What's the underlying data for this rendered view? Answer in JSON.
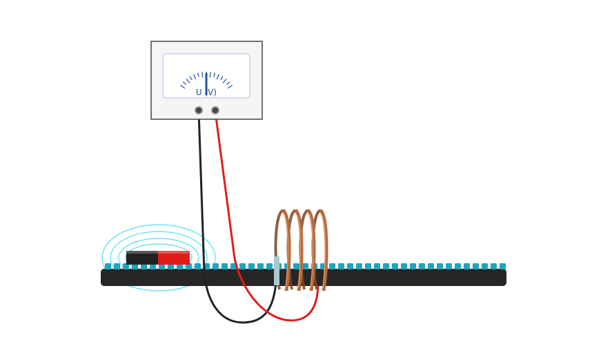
{
  "voltmeter": {
    "unit_label": "U (V)",
    "needle_reading": 0.5,
    "scale_color": "#2c5aa8",
    "terminal_left_color": "#222222",
    "terminal_right_color": "#e01b1b"
  },
  "wires": {
    "left_color": "#222222",
    "right_color": "#e21b1b"
  },
  "coil": {
    "color": "#b86a3a",
    "turns": 4
  },
  "magnet": {
    "north_color": "#222222",
    "south_color": "#e11a1a",
    "field_color": "#28d6e8"
  },
  "track": {
    "body_color": "#262626",
    "teeth_color": "#1fa3bf"
  }
}
